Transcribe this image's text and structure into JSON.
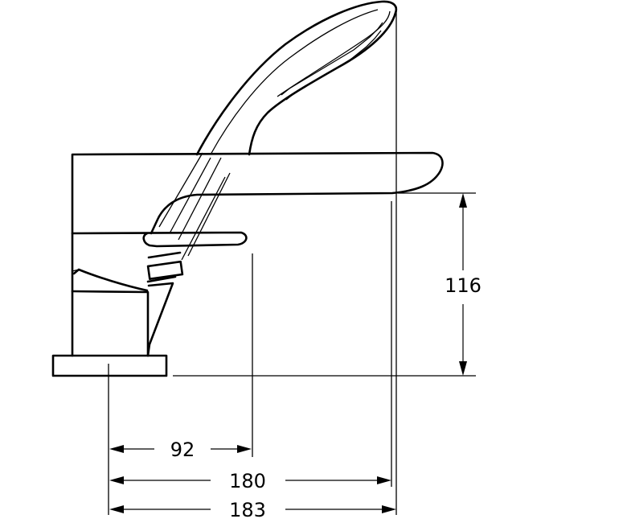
{
  "dimensions": {
    "height_value": "116",
    "spout_reach_value": "92",
    "shower_reach_value": "180",
    "total_reach_value": "183"
  }
}
